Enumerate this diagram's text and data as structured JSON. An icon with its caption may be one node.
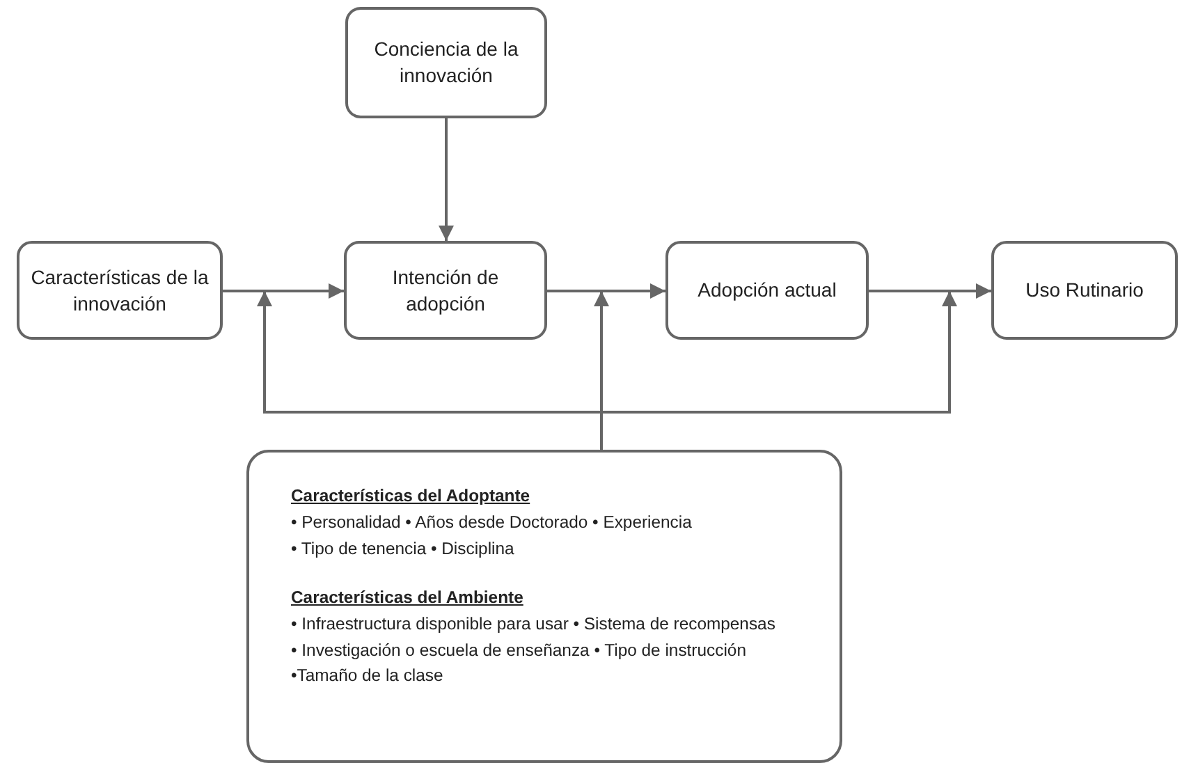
{
  "diagram": {
    "nodes": [
      {
        "text": [
          "Conciencia de la innovación"
        ]
      },
      {
        "text": [
          "Características de la innovación"
        ]
      },
      {
        "text": [
          "Intención de adopción"
        ]
      },
      {
        "text": [
          "Adopción actual"
        ]
      },
      {
        "text": [
          "Uso Rutinario"
        ]
      },
      {
        "text": [
          "Características del Adoptante",
          "• Personalidad • Años desde Doctorado • Experiencia",
          "• Tipo de tenencia • Disciplina",
          "Características del Ambiente",
          "• Infraestructura disponible para usar • Sistema de recompensas",
          "• Investigación o escuela de enseñanza • Tipo de instrucción",
          "•Tamaño de la clase"
        ]
      }
    ],
    "edges": [
      {
        "from": 0,
        "to": 2,
        "arrow": "to"
      },
      {
        "from": 1,
        "to": 2,
        "arrow": "to"
      },
      {
        "from": 2,
        "to": 3,
        "arrow": "to"
      },
      {
        "from": 3,
        "to": 4,
        "arrow": "to"
      },
      {
        "from": 5,
        "to": null,
        "arrow": "to"
      },
      {
        "from": 5,
        "to": null,
        "arrow": "to"
      },
      {
        "from": 5,
        "to": null,
        "arrow": "to"
      }
    ]
  }
}
